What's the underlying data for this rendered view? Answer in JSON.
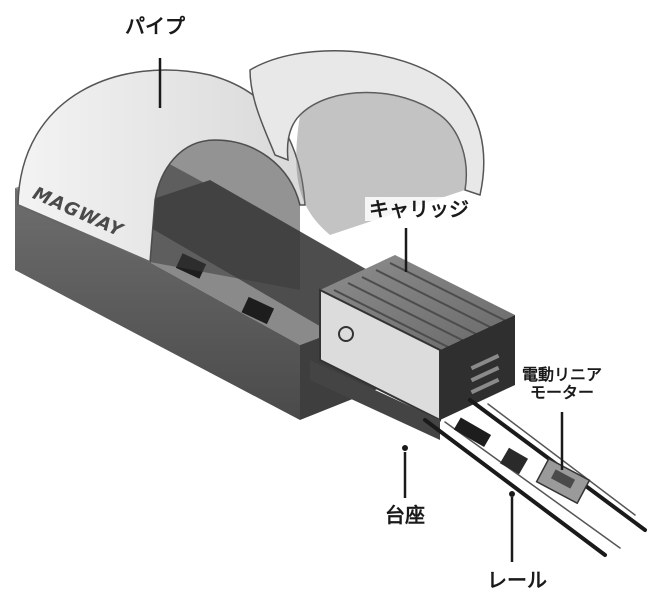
{
  "diagram": {
    "labels": {
      "pipe": "パイプ",
      "carriage": "キャリッジ",
      "motor_line1": "電動リニア",
      "motor_line2": "モーター",
      "base": "台座",
      "rail": "レール"
    },
    "brand_mark": "MAGWAY"
  }
}
